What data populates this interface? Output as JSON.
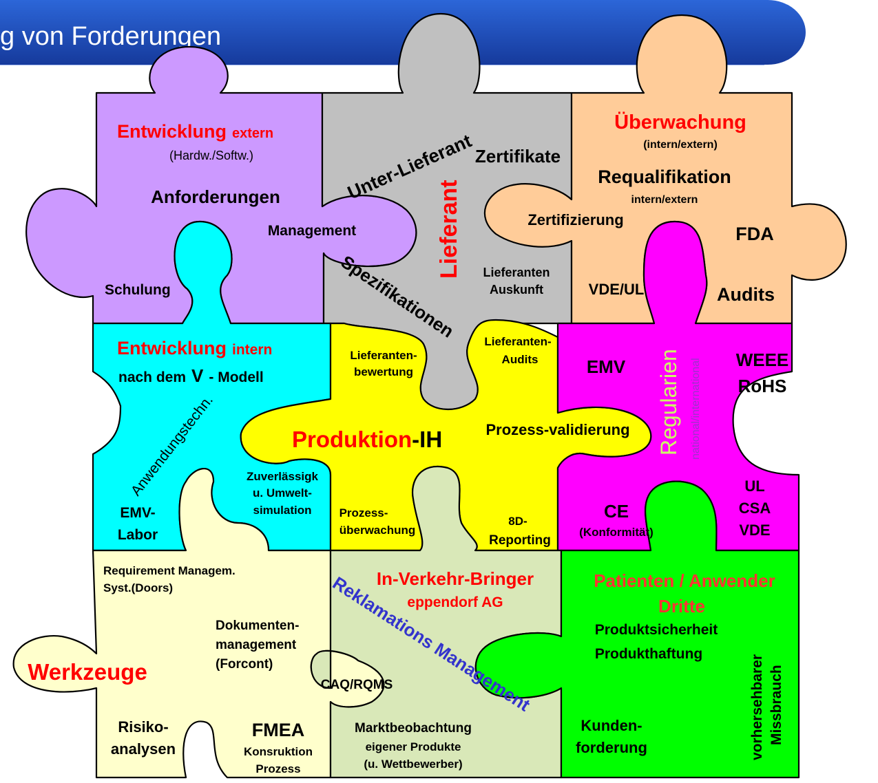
{
  "header": {
    "title": "g von Forderungen"
  },
  "pieces": {
    "entwicklung_extern": {
      "title": "Entwicklung",
      "title_suffix": "extern",
      "subtitle": "(Hardw./Softw.)",
      "item1": "Anforderungen",
      "item2": "Management",
      "item3": "Schulung"
    },
    "lieferant": {
      "title": "Lieferant",
      "unter": "Unter-Lieferant",
      "zertifikate": "Zertifikate",
      "spezifikationen": "Spezifikationen",
      "auskunft1": "Lieferanten",
      "auskunft2": "Auskunft"
    },
    "ueberwachung": {
      "title": "Überwachung",
      "subtitle": "(intern/extern)",
      "requal": "Requalifikation",
      "requal_sub": "intern/extern",
      "zertifizierung": "Zertifizierung",
      "fda": "FDA",
      "vde_ul": "VDE/UL",
      "audits": "Audits"
    },
    "entwicklung_intern": {
      "title": "Entwicklung",
      "title_suffix": "intern",
      "line2a": "nach dem",
      "line2b": "V",
      "line2c": "- Modell",
      "anwendung": "Anwendungstechn.",
      "emv1": "EMV-",
      "emv2": "Labor",
      "zuv1": "Zuverlässigk",
      "zuv2": "u. Umwelt-",
      "zuv3": "simulation"
    },
    "produktion": {
      "title": "Produktion",
      "title_suffix": "-IH",
      "lb1": "Lieferanten-",
      "lb2": "bewertung",
      "la1": "Lieferanten-",
      "la2": "Audits",
      "pv": "Prozess-validierung",
      "pu1": "Prozess-",
      "pu2": "überwachung",
      "r1": "8D-",
      "r2": "Reporting"
    },
    "regularien": {
      "title": "Regularien",
      "subtitle": "national/international",
      "emv": "EMV",
      "weee": "WEEE",
      "rohs": "RoHS",
      "ce": "CE",
      "ce_sub": "(Konformität)",
      "ul": "UL",
      "csa": "CSA",
      "vde": "VDE"
    },
    "werkzeuge": {
      "title": "Werkzeuge",
      "req1": "Requirement Managem.",
      "req2": "Syst.(Doors)",
      "dok1": "Dokumenten-",
      "dok2": "management",
      "dok3": "(Forcont)",
      "risiko1": "Risiko-",
      "risiko2": "analysen",
      "fmea": "FMEA",
      "fmea1": "Konsruktion",
      "fmea2": "Prozess"
    },
    "in_verkehr": {
      "title": "In-Verkehr-Bringer",
      "subtitle": "eppendorf AG",
      "reklamation": "Reklamations Management",
      "caq": "CAQ/RQMS",
      "markt1": "Marktbeobachtung",
      "markt2": "eigener Produkte",
      "markt3": "(u. Wettbewerber)"
    },
    "patienten": {
      "title": "Patienten / Anwender",
      "title2": "Dritte",
      "ps": "Produktsicherheit",
      "ph": "Produkthaftung",
      "kf1": "Kunden-",
      "kf2": "forderung",
      "vm1": "vorhersehbarer",
      "vm2": "Missbrauch"
    }
  },
  "colors": {
    "banner": "#1e4fc0",
    "lavender": "#cc99ff",
    "gray": "#c0c0c0",
    "peach": "#ffcc99",
    "cyan": "#00ffff",
    "yellow": "#ffff00",
    "magenta": "#ff00ff",
    "cream": "#ffffcc",
    "sage": "#d9e8b8",
    "green": "#00ff00",
    "red": "#ff0000",
    "blue": "#3333cc"
  }
}
